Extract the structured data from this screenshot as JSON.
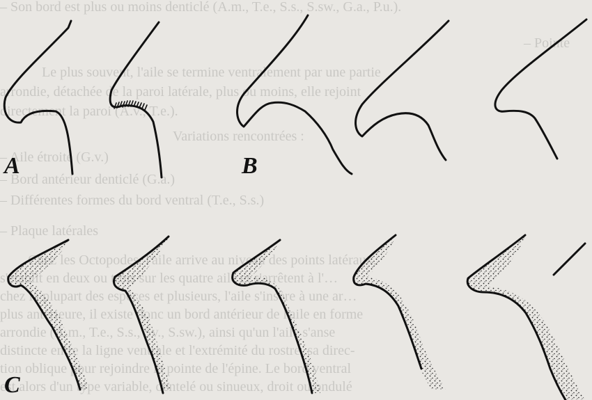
{
  "figure": {
    "labels": {
      "a": "A",
      "b": "B",
      "c": "C"
    }
  },
  "background_text": {
    "lines": [
      "– Son bord est plus ou moins denticlé (A.m., T.e., S.s., S.sw., G.a., P.u.).",
      "– Pointe",
      "Le plus souvent, l'aile se termine ventralement par une partie",
      "arrondie, détachée de la paroi latérale, plus ou moins, elle rejoint",
      "directement la paroi (A.v., T.e.).",
      "Variations rencontrées :",
      "– Aile étroite (G.v.)",
      "– Bord antérieur denticlé (G.a.)",
      "– Différentes formes du bord ventral (T.e., S.s.)",
      "– Plaque latérales",
      "Chez les Octopodes, l'aile arrive au niveau des points latéraux,",
      "s'établit en deux ou trois sur les quatre aile et s'arrêtent à l'…",
      "chez la plupart des espèces et plusieurs, l'aile s'insère à une ar…",
      "plus antérieure, il existe donc un bord antérieur de l'aile en forme",
      "arrondie (A.m., T.e., S.s., Sv., S.sw.), ainsi qu'un l'aile s'anse",
      "distincte entre la ligne ventrale et l'extrémité du rostre, sa direc-",
      "tion oblique pour rejoindre la pointe de l'épine. Le bord ventral",
      "est alors d'un type variable, dentelé ou sinueux, droit ou ondulé"
    ]
  }
}
